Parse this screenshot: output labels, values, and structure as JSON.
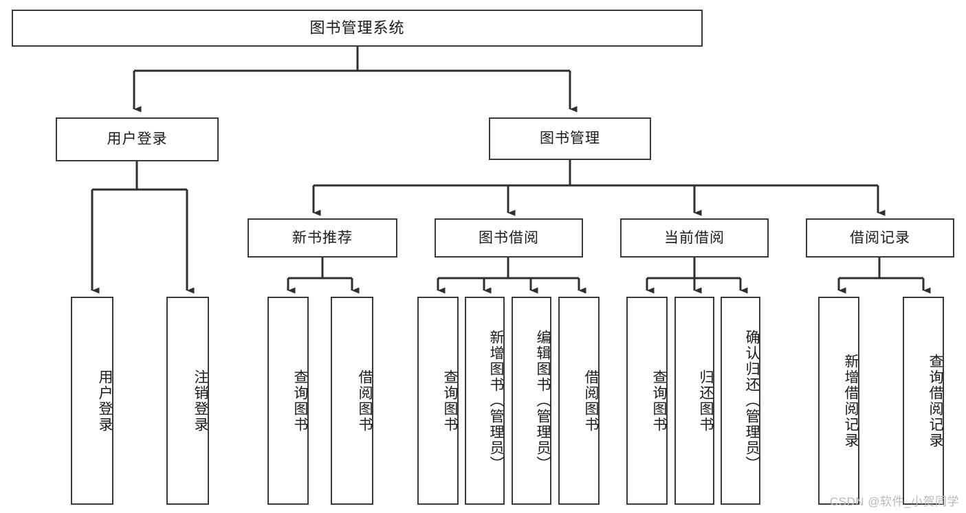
{
  "diagram": {
    "title": "图书管理系统",
    "type": "tree-hierarchy-diagram",
    "colors": {
      "box_border": "#3a3a3a",
      "box_fill": "#ffffff",
      "connector": "#2f2f2f",
      "text": "#1a1a1a",
      "watermark": "#b9b9b9"
    },
    "root": {
      "label": "图书管理系统"
    },
    "level1": [
      {
        "label": "用户登录"
      },
      {
        "label": "图书管理"
      }
    ],
    "level2": [
      {
        "label": "新书推荐"
      },
      {
        "label": "图书借阅"
      },
      {
        "label": "当前借阅"
      },
      {
        "label": "借阅记录"
      }
    ],
    "leaves": {
      "user_login": [
        {
          "label": "用户登录"
        },
        {
          "label": "注销登录"
        }
      ],
      "new_book_recommend": [
        {
          "label": "查询图书"
        },
        {
          "label": "借阅图书"
        }
      ],
      "book_borrow": [
        {
          "label": "查询图书"
        },
        {
          "label": "新增图书（管理员）"
        },
        {
          "label": "编辑图书（管理员）"
        },
        {
          "label": "借阅图书"
        }
      ],
      "current_borrow": [
        {
          "label": "查询图书"
        },
        {
          "label": "归还图书"
        },
        {
          "label": "确认归还（管理员）"
        }
      ],
      "borrow_record": [
        {
          "label": "新增借阅记录"
        },
        {
          "label": "查询借阅记录"
        }
      ]
    }
  },
  "watermark": {
    "text": "CSDN @软件_小贺同学"
  }
}
